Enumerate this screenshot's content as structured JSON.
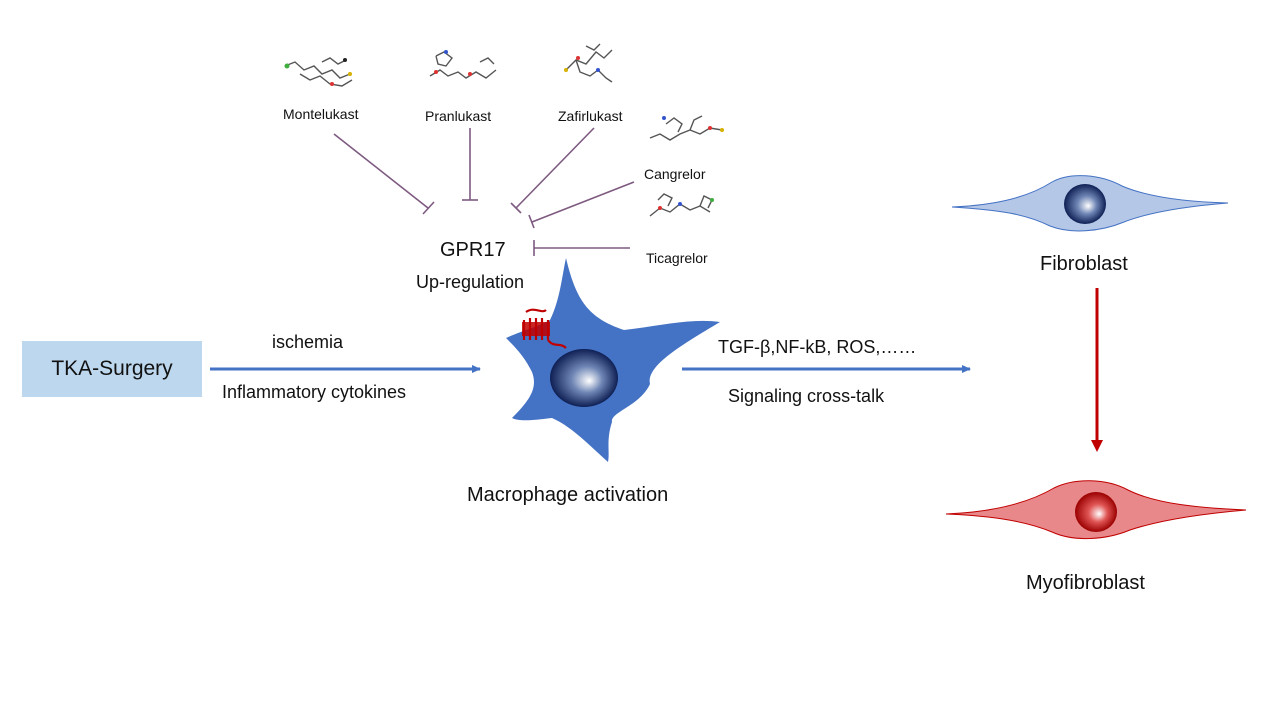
{
  "drugs": {
    "montelukast": "Montelukast",
    "pranlukast": "Pranlukast",
    "zafirlukast": "Zafirlukast",
    "cangrelor": "Cangrelor",
    "ticagrelor": "Ticagrelor"
  },
  "receptor": {
    "name": "GPR17",
    "status": "Up-regulation"
  },
  "trigger": {
    "label": "TKA-Surgery"
  },
  "inputs": {
    "top": "ischemia",
    "bottom": "Inflammatory cytokines"
  },
  "macrophage": {
    "label": "Macrophage activation"
  },
  "signals": {
    "top": "TGF-β,NF-kB, ROS,……",
    "bottom": "Signaling cross-talk"
  },
  "cells": {
    "fibroblast": "Fibroblast",
    "myofibroblast": "Myofibroblast"
  },
  "colors": {
    "inhibitor": "#7e5a80",
    "arrow_blue": "#4472c4",
    "arrow_red": "#c00000",
    "macrophage": "#4472c4",
    "fibroblast_fill": "#b4c7e7",
    "myofibroblast_fill": "#e8888a",
    "tka_box": "#bdd7ee"
  }
}
